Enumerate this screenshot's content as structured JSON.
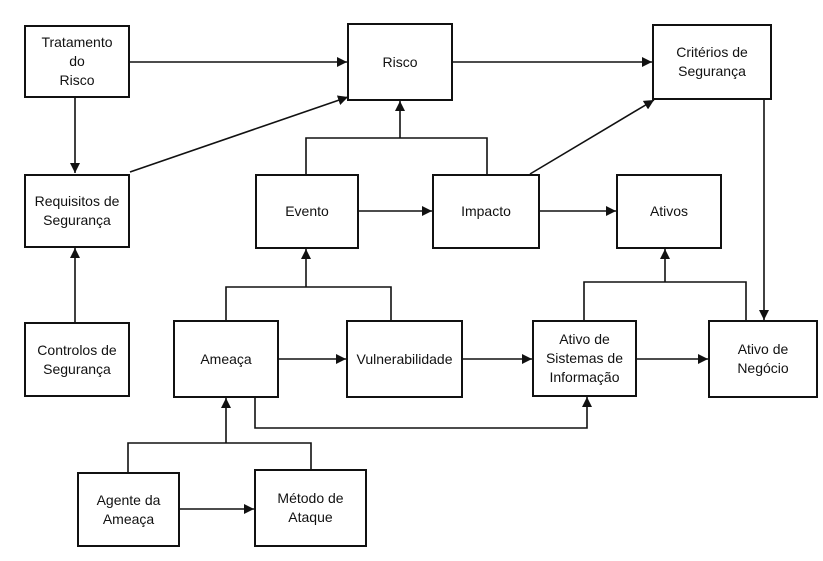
{
  "diagram": {
    "nodes": {
      "tratamento": "Tratamento\ndo\nRisco",
      "risco": "Risco",
      "criterios": "Critérios de\nSegurança",
      "requisitos": "Requisitos de\nSegurança",
      "evento": "Evento",
      "impacto": "Impacto",
      "ativos": "Ativos",
      "controlos": "Controlos de\nSegurança",
      "ameaca": "Ameaça",
      "vulnerabilidade": "Vulnerabilidade",
      "ativo_si": "Ativo de\nSistemas de\nInformação",
      "ativo_negocio": "Ativo de\nNegócio",
      "agente": "Agente da\nAmeaça",
      "metodo": "Método de\nAtaque"
    },
    "colors": {
      "stroke": "#111111",
      "fill": "#ffffff"
    }
  }
}
